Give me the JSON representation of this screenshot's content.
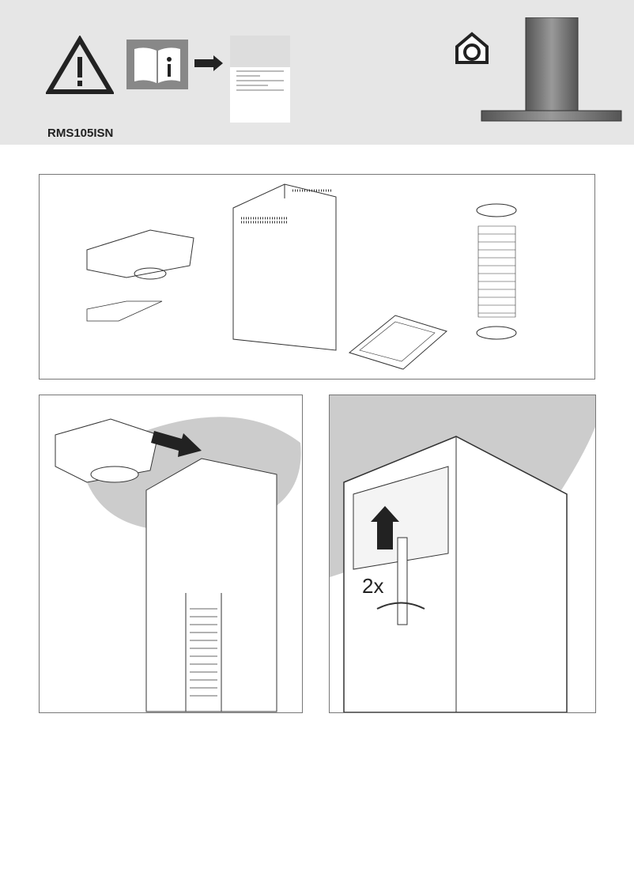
{
  "header": {
    "model": "RMS105ISN",
    "icons": [
      "warning-icon",
      "manual-info-icon",
      "arrow-right-icon",
      "manual-thumbnail",
      "indoor-use-icon",
      "chimney-hood-icon"
    ]
  },
  "steps": {
    "step3_count": "2x"
  }
}
